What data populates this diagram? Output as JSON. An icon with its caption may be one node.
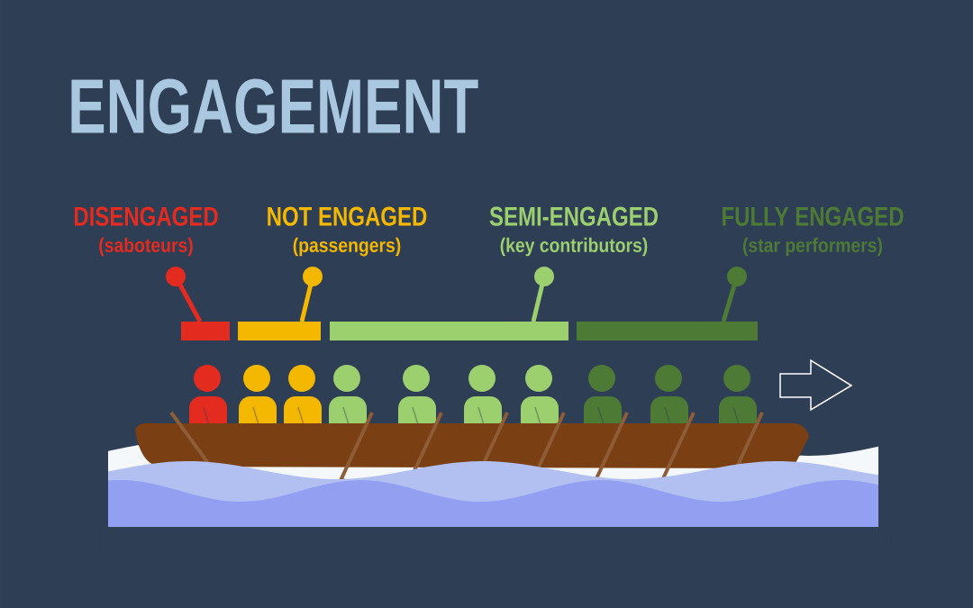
{
  "diagram": {
    "title": "ENGAGEMENT",
    "nodes": [
      {
        "text": [
          "DISENGAGED",
          "(saboteurs)"
        ]
      },
      {
        "text": [
          "NOT ENGAGED",
          "(passengers)"
        ]
      },
      {
        "text": [
          "SEMI-ENGAGED",
          "(key contributors)"
        ]
      },
      {
        "text": [
          "FULLY ENGAGED",
          "(star performers)"
        ]
      }
    ]
  }
}
